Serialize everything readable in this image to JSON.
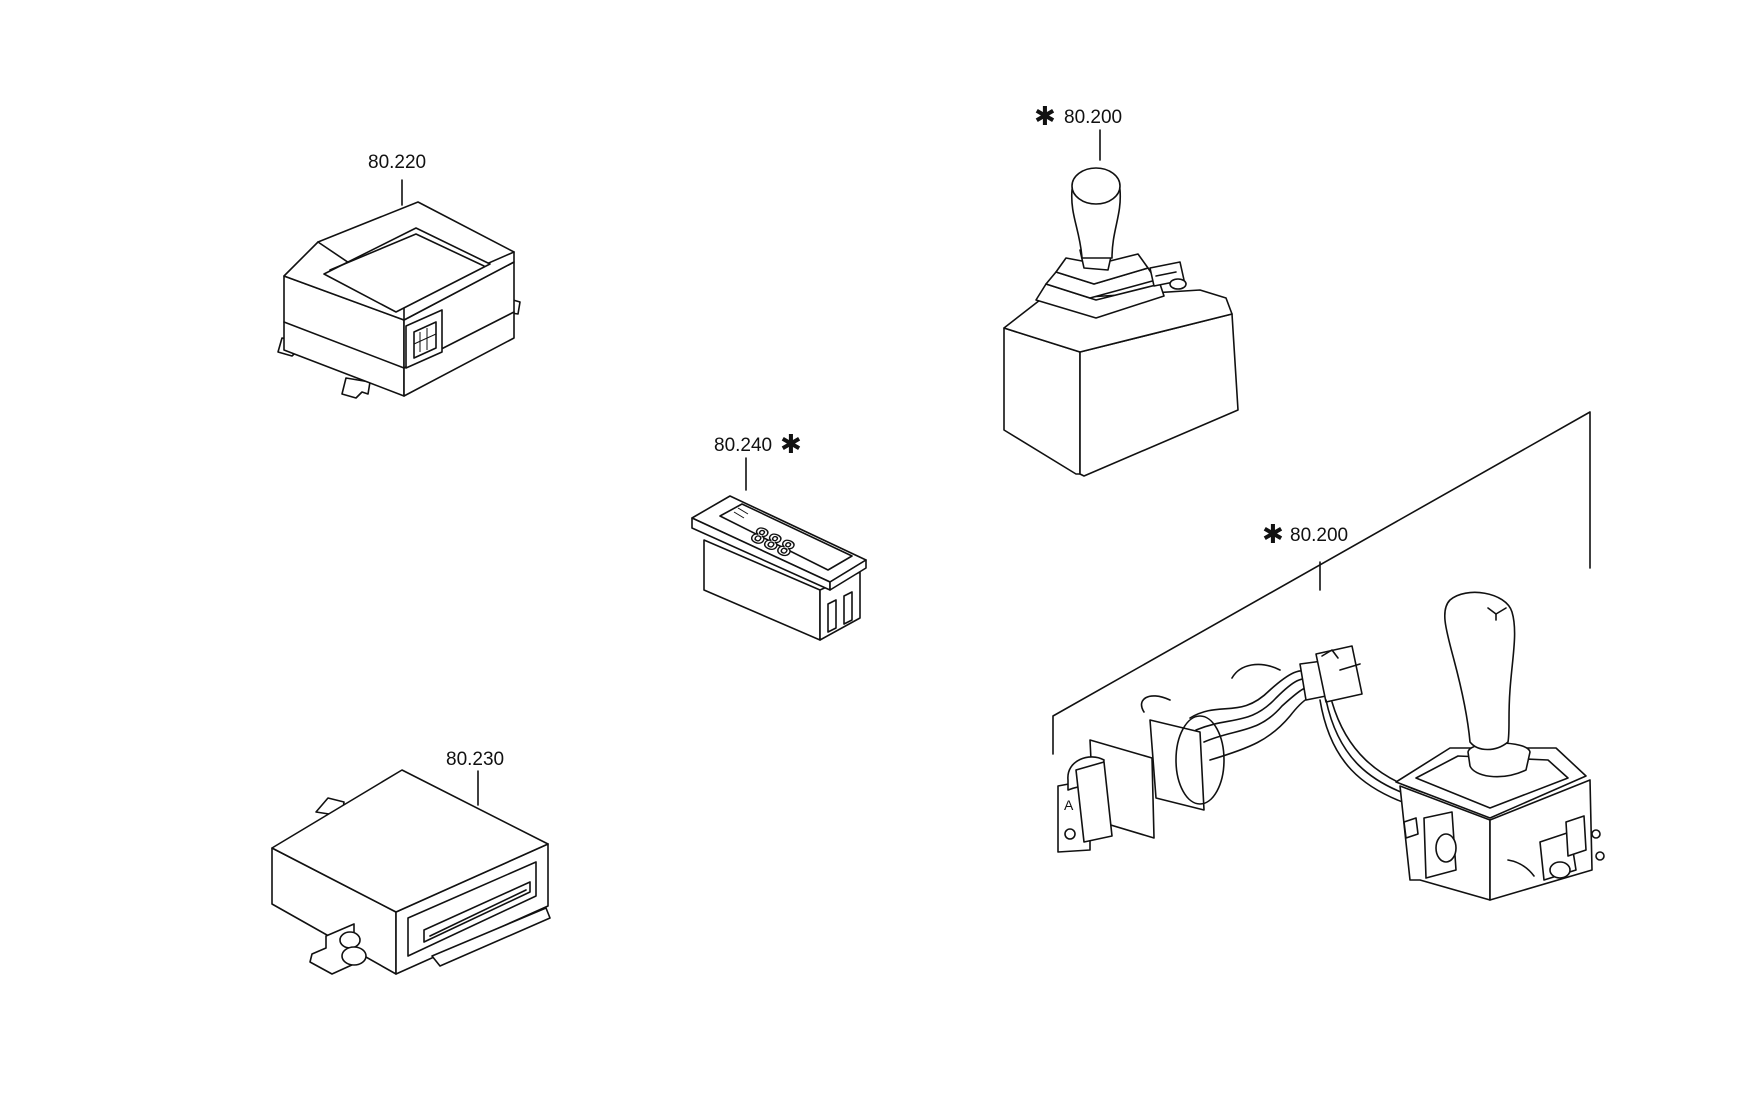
{
  "labels": {
    "part_80_220": "80.220",
    "part_80_230": "80.230",
    "part_80_240": "80.240",
    "part_80_200_top": "80.200",
    "part_80_200_bottom": "80.200"
  },
  "symbols": {
    "asterisk": "✱"
  },
  "display_digits": "888"
}
